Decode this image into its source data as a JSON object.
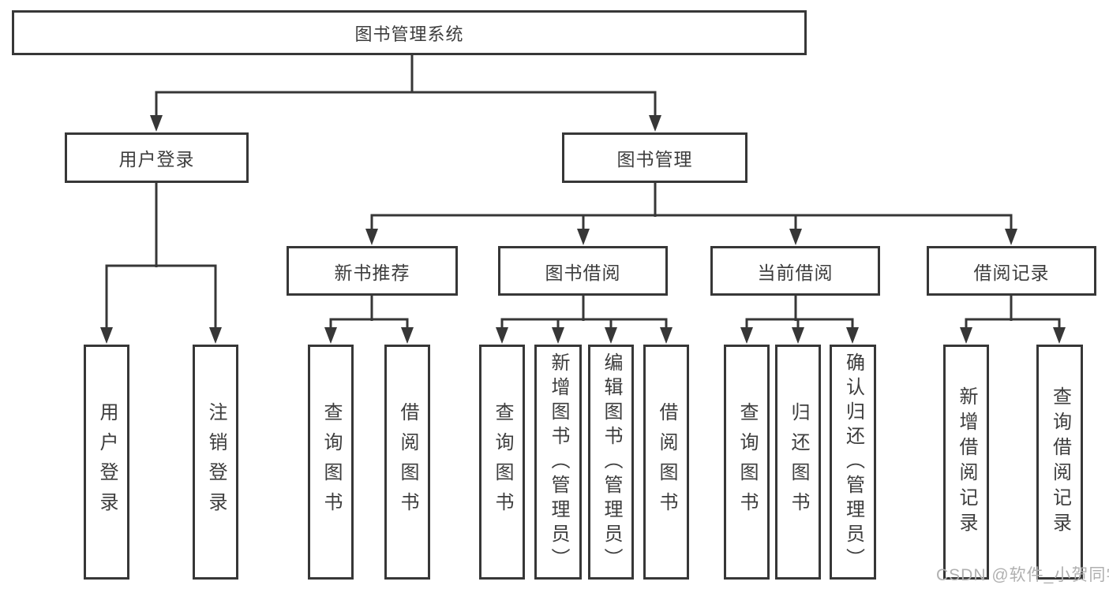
{
  "page": {
    "background": "#ffffff"
  },
  "diagram": {
    "type": "hierarchy-tree",
    "line_color": "#373737",
    "box_border_color": "#373737",
    "box_fill_color": "#ffffff",
    "text_color": "#3d3d3d",
    "root": {
      "label": "图书管理系统"
    },
    "branches": [
      {
        "label": "用户登录",
        "children": [
          {
            "label": "用户登录"
          },
          {
            "label": "注销登录"
          }
        ]
      },
      {
        "label": "图书管理",
        "children": [
          {
            "label": "新书推荐",
            "children": [
              {
                "label": "查询图书"
              },
              {
                "label": "借阅图书"
              }
            ]
          },
          {
            "label": "图书借阅",
            "children": [
              {
                "label": "查询图书"
              },
              {
                "label": "新增图书（管理员）"
              },
              {
                "label": "编辑图书（管理员）"
              },
              {
                "label": "借阅图书"
              }
            ]
          },
          {
            "label": "当前借阅",
            "children": [
              {
                "label": "查询图书"
              },
              {
                "label": "归还图书"
              },
              {
                "label": "确认归还（管理员）"
              }
            ]
          },
          {
            "label": "借阅记录",
            "children": [
              {
                "label": "新增借阅记录"
              },
              {
                "label": "查询借阅记录"
              }
            ]
          }
        ]
      }
    ]
  },
  "watermark": {
    "text": "CSDN @软件_小贺同学",
    "color": "#b0b0b0"
  }
}
